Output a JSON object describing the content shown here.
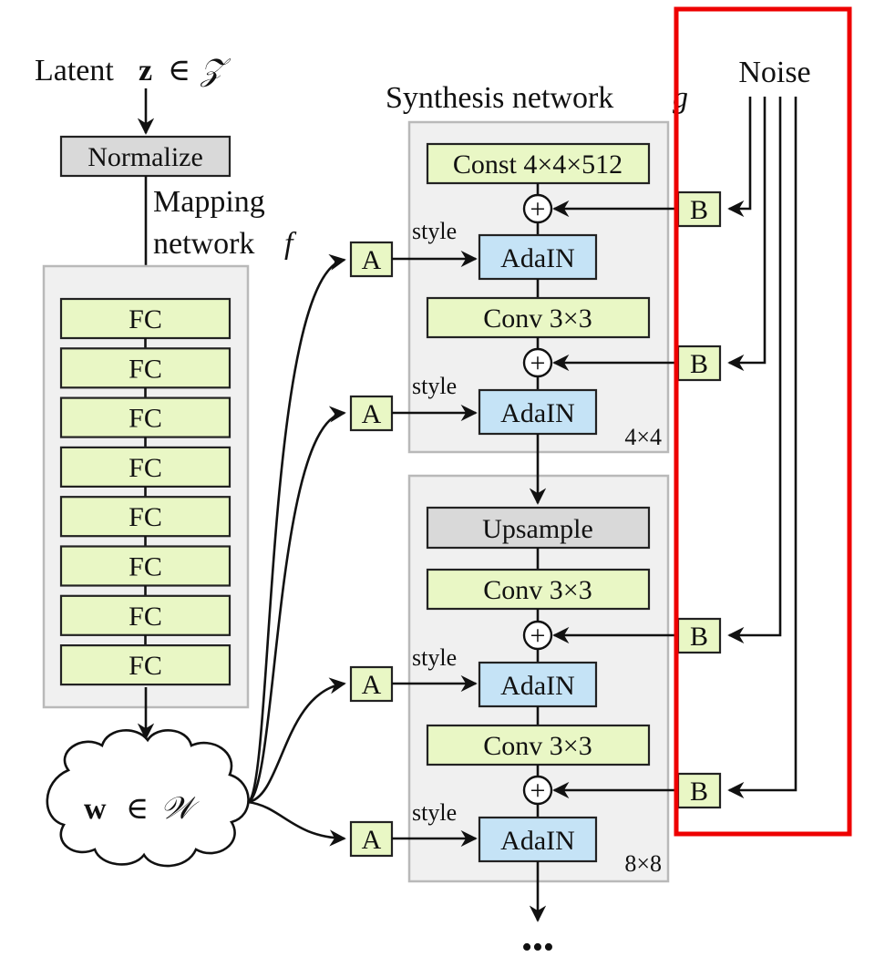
{
  "latent": {
    "prefix": "Latent",
    "z": "z",
    "in": "∈",
    "space": "𝒵"
  },
  "normalize": "Normalize",
  "mapping": {
    "line1": "Mapping",
    "line2": "network",
    "f": "f",
    "fc_label": "FC",
    "fc_count": 8
  },
  "w": {
    "w": "w",
    "in": "∈",
    "space": "𝒲"
  },
  "synthesis": {
    "title": "Synthesis network",
    "g": "g",
    "const": "Const 4×4×512",
    "adain": "AdaIN",
    "conv": "Conv 3×3",
    "upsample": "Upsample",
    "style": "style",
    "res1": "4×4",
    "res2": "8×8"
  },
  "affine": "A",
  "noise": {
    "title": "Noise",
    "b": "B"
  },
  "plus": "+",
  "ellipsis": "•••",
  "colors": {
    "green_fill": "#e9f7c5",
    "blue_fill": "#c5e3f6",
    "gray_fill": "#d9d9d9",
    "panel_fill": "#f0f0f0",
    "highlight": "#ee0000"
  }
}
